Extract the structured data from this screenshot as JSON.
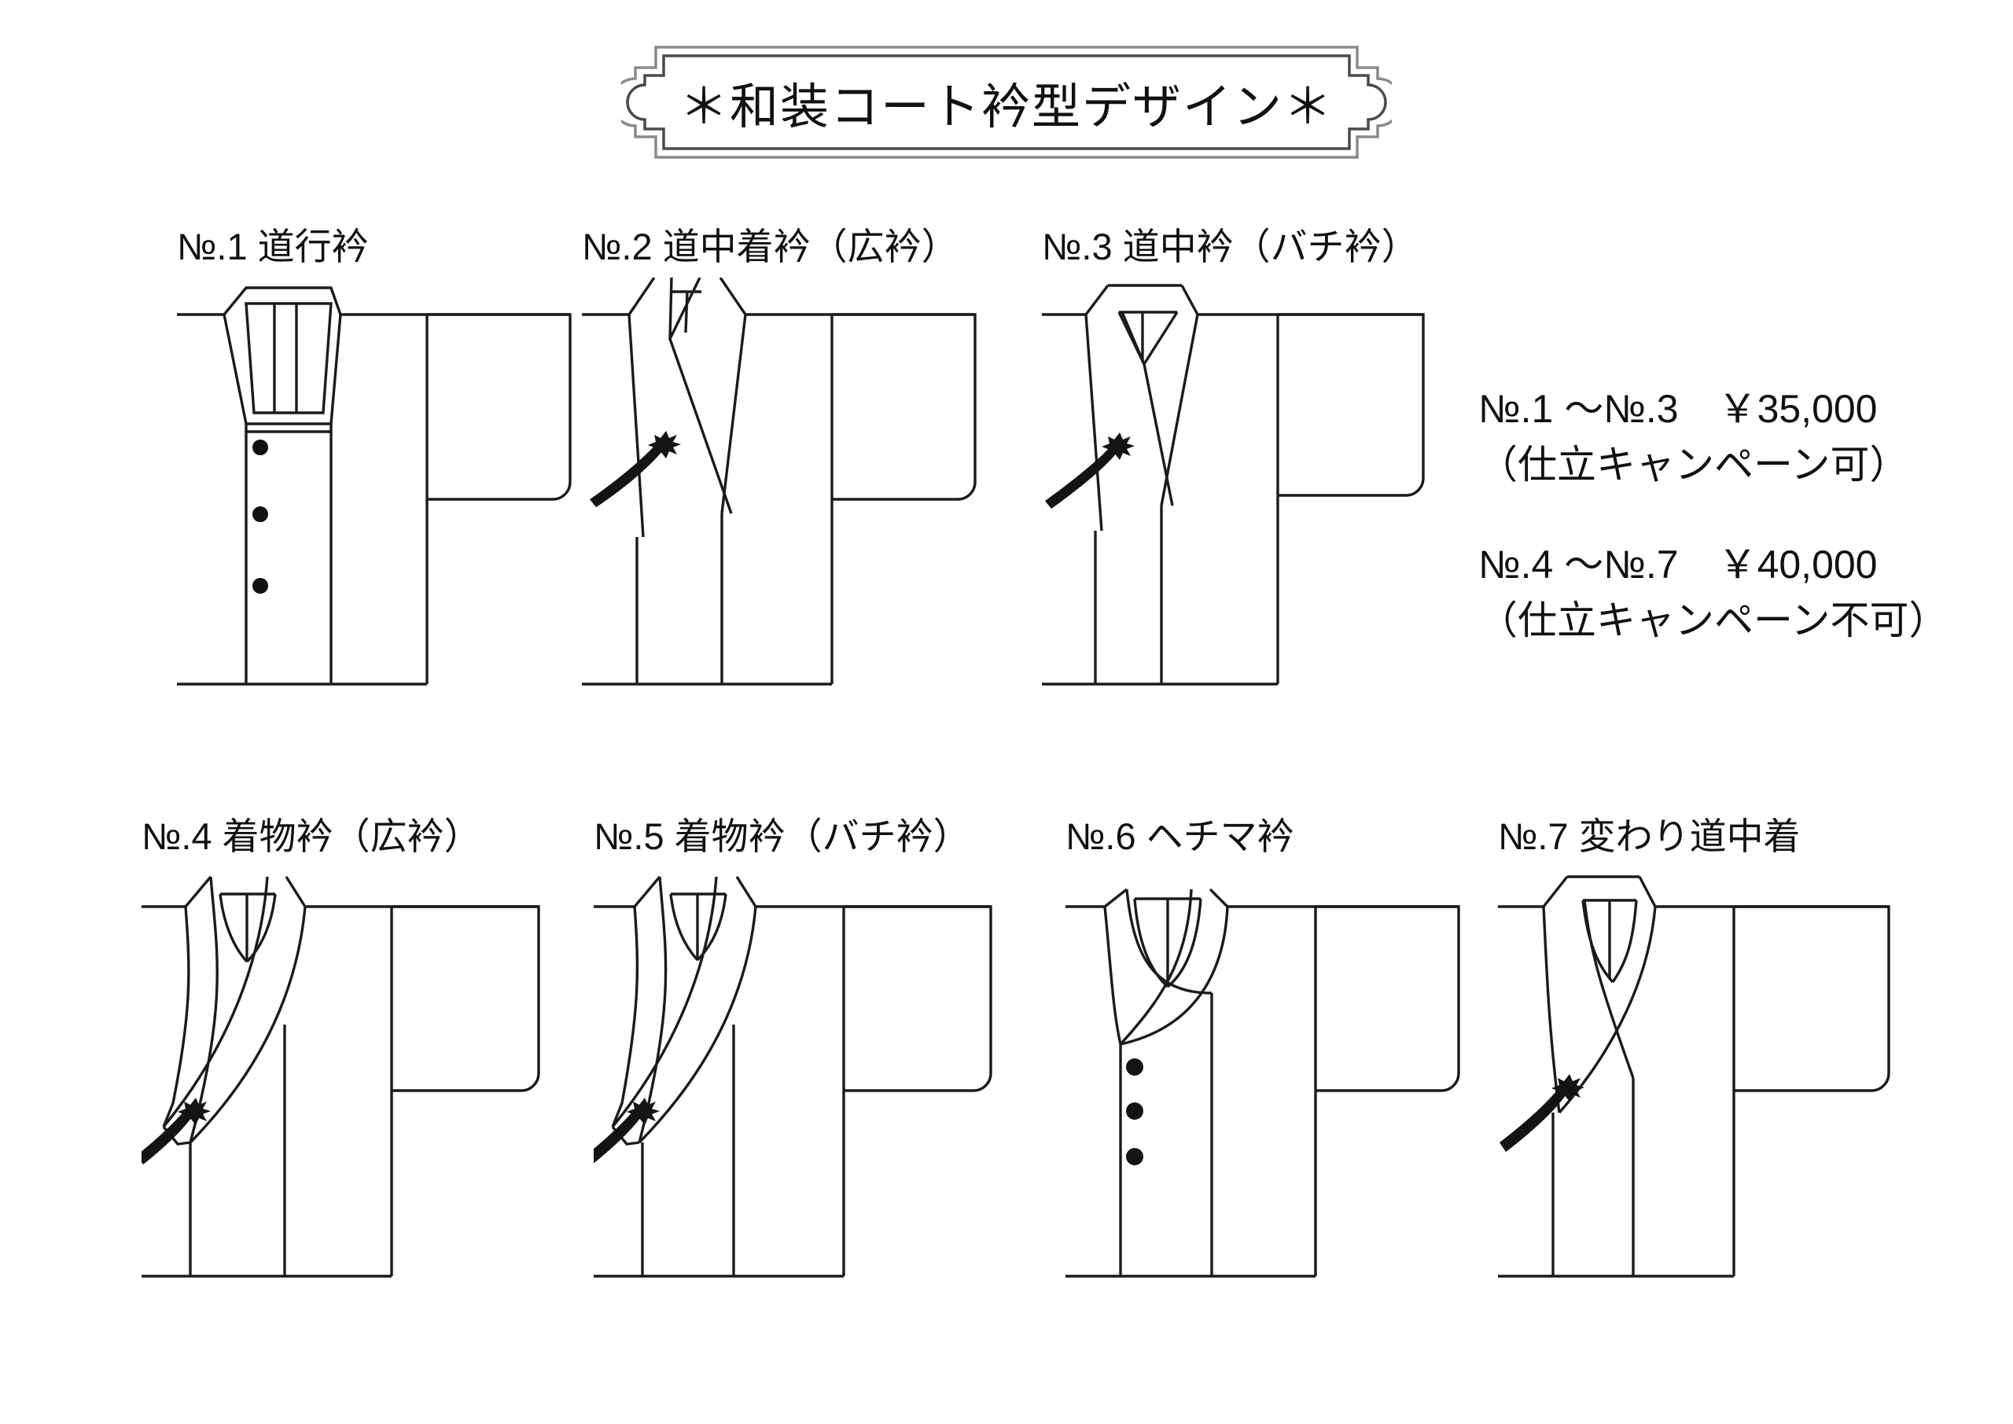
{
  "title": {
    "text": "＊和装コート衿型デザイン＊",
    "frame_color": "#7d7d7d",
    "inner_color": "#3a3a3a"
  },
  "colors": {
    "background": "#ffffff",
    "ink": "#1b1b1b",
    "accent": "#000000"
  },
  "items": [
    {
      "label": "№.1 道行衿",
      "figure": "michiyuki"
    },
    {
      "label": "№.2 道中着衿（広衿）",
      "figure": "dochugi-hiro"
    },
    {
      "label": "№.3 道中衿（バチ衿）",
      "figure": "dochu-bachi"
    },
    {
      "label": "№.4 着物衿（広衿）",
      "figure": "kimono-hiro"
    },
    {
      "label": "№.5 着物衿（バチ衿）",
      "figure": "kimono-bachi"
    },
    {
      "label": "№.6 ヘチマ衿",
      "figure": "hechima"
    },
    {
      "label": "№.7 変わり道中着",
      "figure": "kawari-dochugi"
    }
  ],
  "pricing": [
    {
      "range_price": "№.1 ～№.3　￥35,000",
      "note": "（仕立キャンペーン可）"
    },
    {
      "range_price": "№.4 ～№.7　￥40,000",
      "note": "（仕立キャンペーン不可）"
    }
  ]
}
